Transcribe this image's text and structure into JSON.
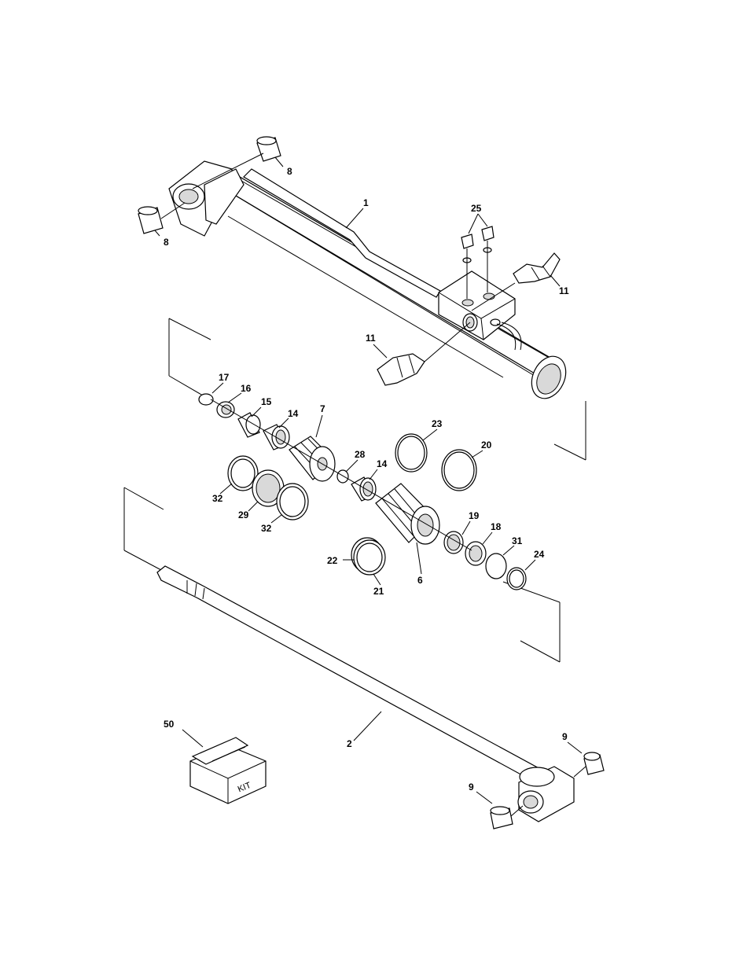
{
  "callouts": [
    {
      "id": "c1",
      "label": "1"
    },
    {
      "id": "c2",
      "label": "2"
    },
    {
      "id": "c6",
      "label": "6"
    },
    {
      "id": "c7",
      "label": "7"
    },
    {
      "id": "c8a",
      "label": "8"
    },
    {
      "id": "c8b",
      "label": "8"
    },
    {
      "id": "c9a",
      "label": "9"
    },
    {
      "id": "c9b",
      "label": "9"
    },
    {
      "id": "c11a",
      "label": "11"
    },
    {
      "id": "c11b",
      "label": "11"
    },
    {
      "id": "c14a",
      "label": "14"
    },
    {
      "id": "c14b",
      "label": "14"
    },
    {
      "id": "c15",
      "label": "15"
    },
    {
      "id": "c16",
      "label": "16"
    },
    {
      "id": "c17",
      "label": "17"
    },
    {
      "id": "c18",
      "label": "18"
    },
    {
      "id": "c19",
      "label": "19"
    },
    {
      "id": "c20",
      "label": "20"
    },
    {
      "id": "c21",
      "label": "21"
    },
    {
      "id": "c22",
      "label": "22"
    },
    {
      "id": "c23",
      "label": "23"
    },
    {
      "id": "c24",
      "label": "24"
    },
    {
      "id": "c25",
      "label": "25"
    },
    {
      "id": "c28",
      "label": "28"
    },
    {
      "id": "c29",
      "label": "29"
    },
    {
      "id": "c31",
      "label": "31"
    },
    {
      "id": "c32a",
      "label": "32"
    },
    {
      "id": "c32b",
      "label": "32"
    },
    {
      "id": "c50",
      "label": "50"
    }
  ],
  "kit_box": {
    "label": "KIT"
  },
  "colors": {
    "ink": "#000000",
    "paper": "#ffffff",
    "shade": "#d9d9d9"
  }
}
